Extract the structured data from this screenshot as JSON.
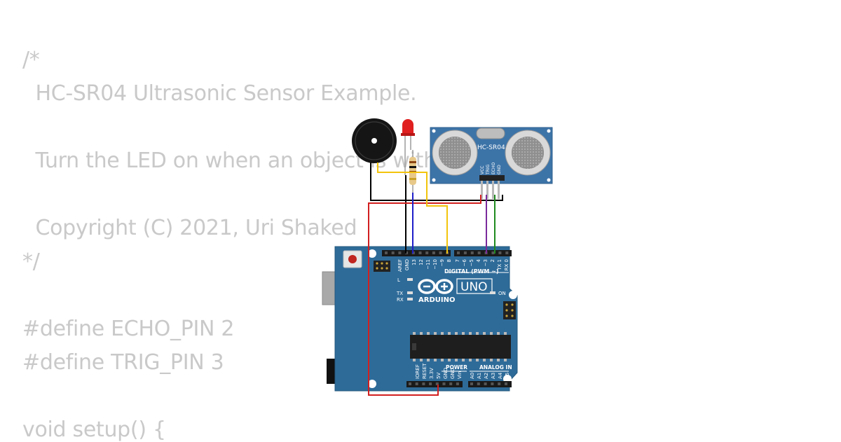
{
  "code": {
    "lines": [
      "/*",
      "  HC-SR04 Ultrasonic Sensor Example.",
      "",
      "  Turn the LED on when an object is within range.",
      "",
      "  Copyright (C) 2021, Uri Shaked",
      "*/",
      "",
      "#define ECHO_PIN 2",
      "#define TRIG_PIN 3",
      "",
      "void setup() {"
    ]
  },
  "sensor": {
    "label": "HC-SR04",
    "pins": [
      "VCC",
      "TRIG",
      "ECHO",
      "GND"
    ]
  },
  "arduino": {
    "brand": "ARDUINO",
    "model": "UNO",
    "digital_header_label": "DIGITAL (PWM ~)",
    "power_label": "POWER",
    "analog_label": "ANALOG IN",
    "on_label": "ON",
    "l_label": "L",
    "tx_label": "TX",
    "rx_label": "RX",
    "top_pins": [
      "AREF",
      "GND",
      "13",
      "12",
      "~11",
      "~10",
      "~9",
      "8",
      "7",
      "~6",
      "~5",
      "4",
      "~3",
      "2",
      "TX 1",
      "RX 0"
    ],
    "power_pins": [
      "IOREF",
      "RESET",
      "3.3V",
      "5V",
      "GND",
      "GND",
      "Vin"
    ],
    "analog_pins": [
      "A0",
      "A1",
      "A2",
      "A3",
      "A4",
      "A5"
    ]
  },
  "colors": {
    "board": "#2e6b99",
    "sensor_board": "#3d74a8",
    "wire_black": "#000000",
    "wire_red": "#d21f1f",
    "wire_yellow": "#f2c40c",
    "wire_blue": "#1f1fc9",
    "wire_purple": "#7a2a9b",
    "wire_green": "#1f8a1f",
    "led": "#e02020",
    "code_text": "#c9c9c9"
  }
}
